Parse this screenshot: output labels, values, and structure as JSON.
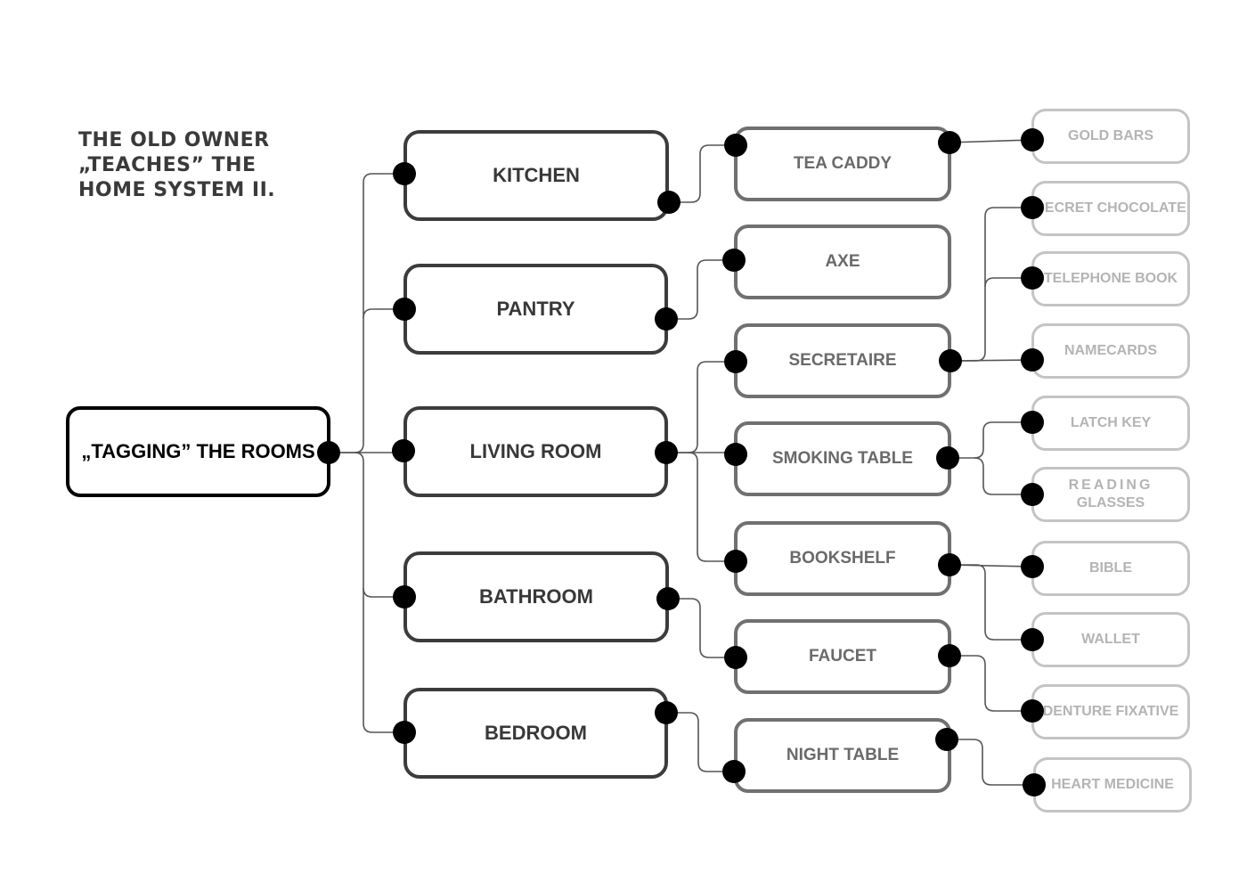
{
  "heading": {
    "line1": "THE OLD OWNER",
    "line2": "„TEACHES” THE",
    "line3": "HOME SYSTEM II."
  },
  "root": {
    "label": "„TAGGING” THE ROOMS"
  },
  "rooms": [
    {
      "label": "KITCHEN"
    },
    {
      "label": "PANTRY"
    },
    {
      "label": "LIVING ROOM"
    },
    {
      "label": "BATHROOM"
    },
    {
      "label": "BEDROOM"
    }
  ],
  "objects": [
    {
      "label": "TEA CADDY",
      "room": "KITCHEN"
    },
    {
      "label": "AXE",
      "room": "PANTRY"
    },
    {
      "label": "SECRETAIRE",
      "room": "LIVING ROOM"
    },
    {
      "label": "SMOKING TABLE",
      "room": "LIVING ROOM"
    },
    {
      "label": "BOOKSHELF",
      "room": "LIVING ROOM"
    },
    {
      "label": "FAUCET",
      "room": "BATHROOM"
    },
    {
      "label": "NIGHT TABLE",
      "room": "BEDROOM"
    }
  ],
  "items": [
    {
      "label": "GOLD BARS",
      "object": "TEA CADDY"
    },
    {
      "label": "SECRET CHOCOLATE",
      "object": "SECRETAIRE"
    },
    {
      "label": "TELEPHONE BOOK",
      "object": "SECRETAIRE"
    },
    {
      "label": "NAMECARDS",
      "object": "SECRETAIRE"
    },
    {
      "label": "LATCH KEY",
      "object": "SMOKING TABLE"
    },
    {
      "label_line1": "READING",
      "label_line2": "GLASSES",
      "object": "SMOKING TABLE"
    },
    {
      "label": "BIBLE",
      "object": "BOOKSHELF"
    },
    {
      "label": "WALLET",
      "object": "BOOKSHELF"
    },
    {
      "label": "DENTURE FIXATIVE",
      "object": "FAUCET"
    },
    {
      "label": "HEART MEDICINE",
      "object": "NIGHT TABLE"
    }
  ],
  "colors": {
    "root_border": "#000000",
    "room_border": "#3c3c3c",
    "object_border": "#707070",
    "item_border": "#c4c4c4",
    "connector_dot": "#000000",
    "connector_line": "#555555"
  }
}
